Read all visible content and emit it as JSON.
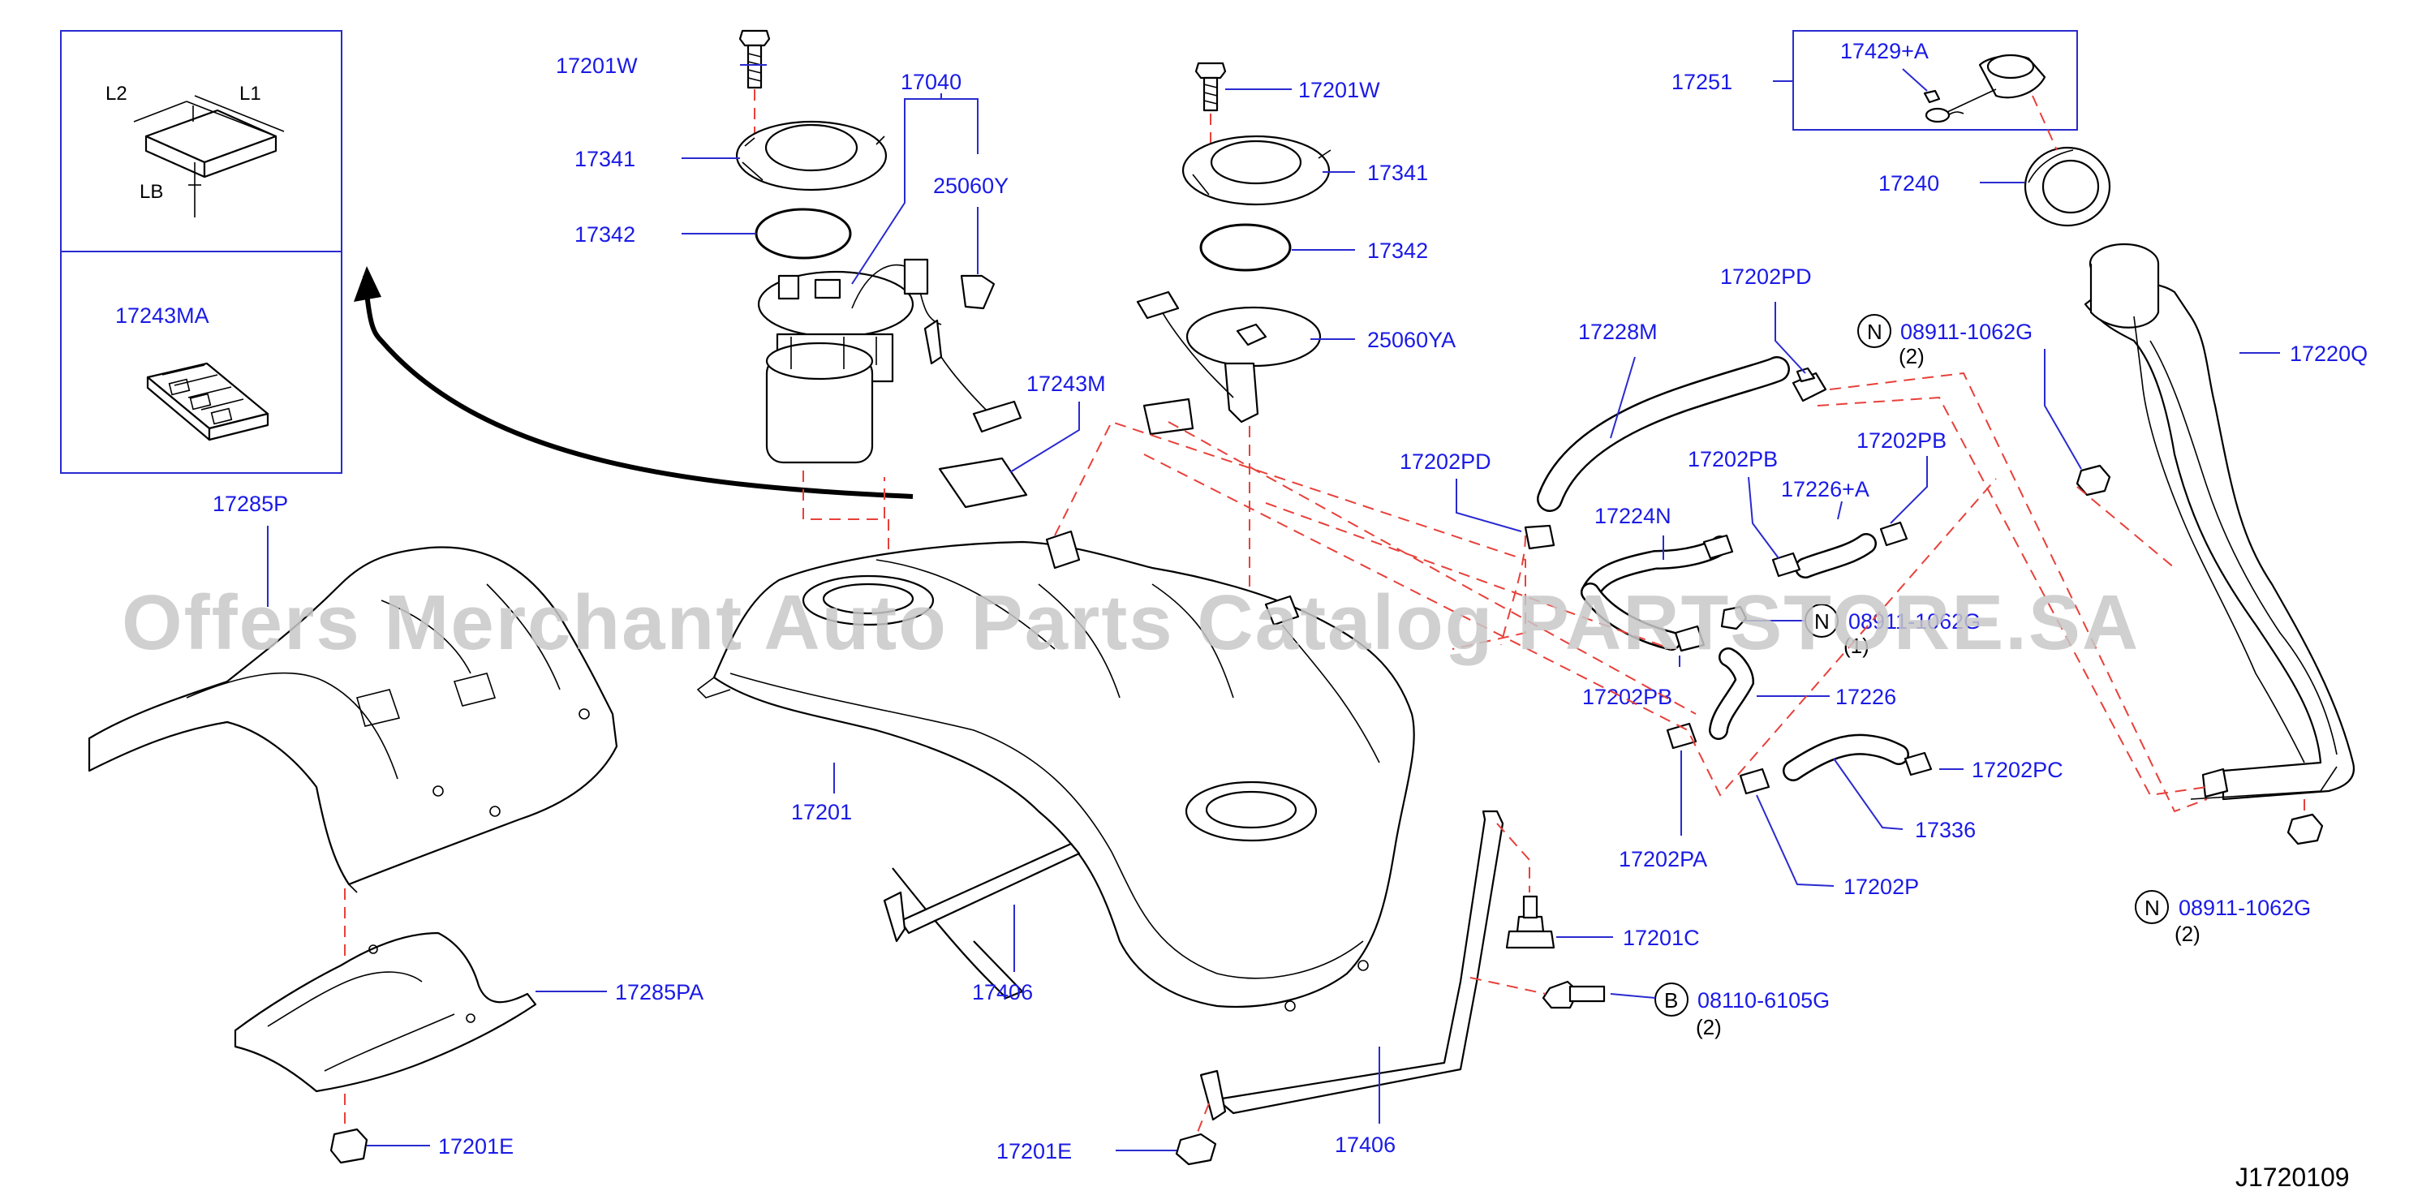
{
  "watermark": "Offers Merchant Auto Parts Catalog PARTSTORE.SA",
  "diagram_code": "J1720109",
  "inset": {
    "dim_labels": {
      "l1": "L1",
      "l2": "L2",
      "lb": "LB"
    },
    "part": "17243MA"
  },
  "labels": {
    "p17201W_a": "17201W",
    "p17341_a": "17341",
    "p17342_a": "17342",
    "p17040": "17040",
    "p25060Y": "25060Y",
    "p17243M": "17243M",
    "p17201W_b": "17201W",
    "p17341_b": "17341",
    "p17342_b": "17342",
    "p25060YA": "25060YA",
    "p17251": "17251",
    "p17429A": "17429+A",
    "p17240": "17240",
    "p17220Q": "17220Q",
    "p17228M": "17228M",
    "p17202PD_a": "17202PD",
    "p17202PD_b": "17202PD",
    "p17202PB_a": "17202PB",
    "p17202PB_b": "17202PB",
    "p17226A": "17226+A",
    "p17224N": "17224N",
    "p17202PB_c": "17202PB",
    "p17226": "17226",
    "p17202PC": "17202PC",
    "p17336": "17336",
    "p17202PA": "17202PA",
    "p17202P": "17202P",
    "p17285P": "17285P",
    "p17201": "17201",
    "p17285PA": "17285PA",
    "p17406_a": "17406",
    "p17406_b": "17406",
    "p17201C": "17201C",
    "p17201E_a": "17201E",
    "p17201E_b": "17201E"
  },
  "fasteners": [
    {
      "symbol": "N",
      "part": "08911-1062G",
      "qty": "(2)"
    },
    {
      "symbol": "N",
      "part": "08911-1062G",
      "qty": "(1)"
    },
    {
      "symbol": "N",
      "part": "08911-1062G",
      "qty": "(2)"
    },
    {
      "symbol": "B",
      "part": "08110-6105G",
      "qty": "(2)"
    }
  ]
}
